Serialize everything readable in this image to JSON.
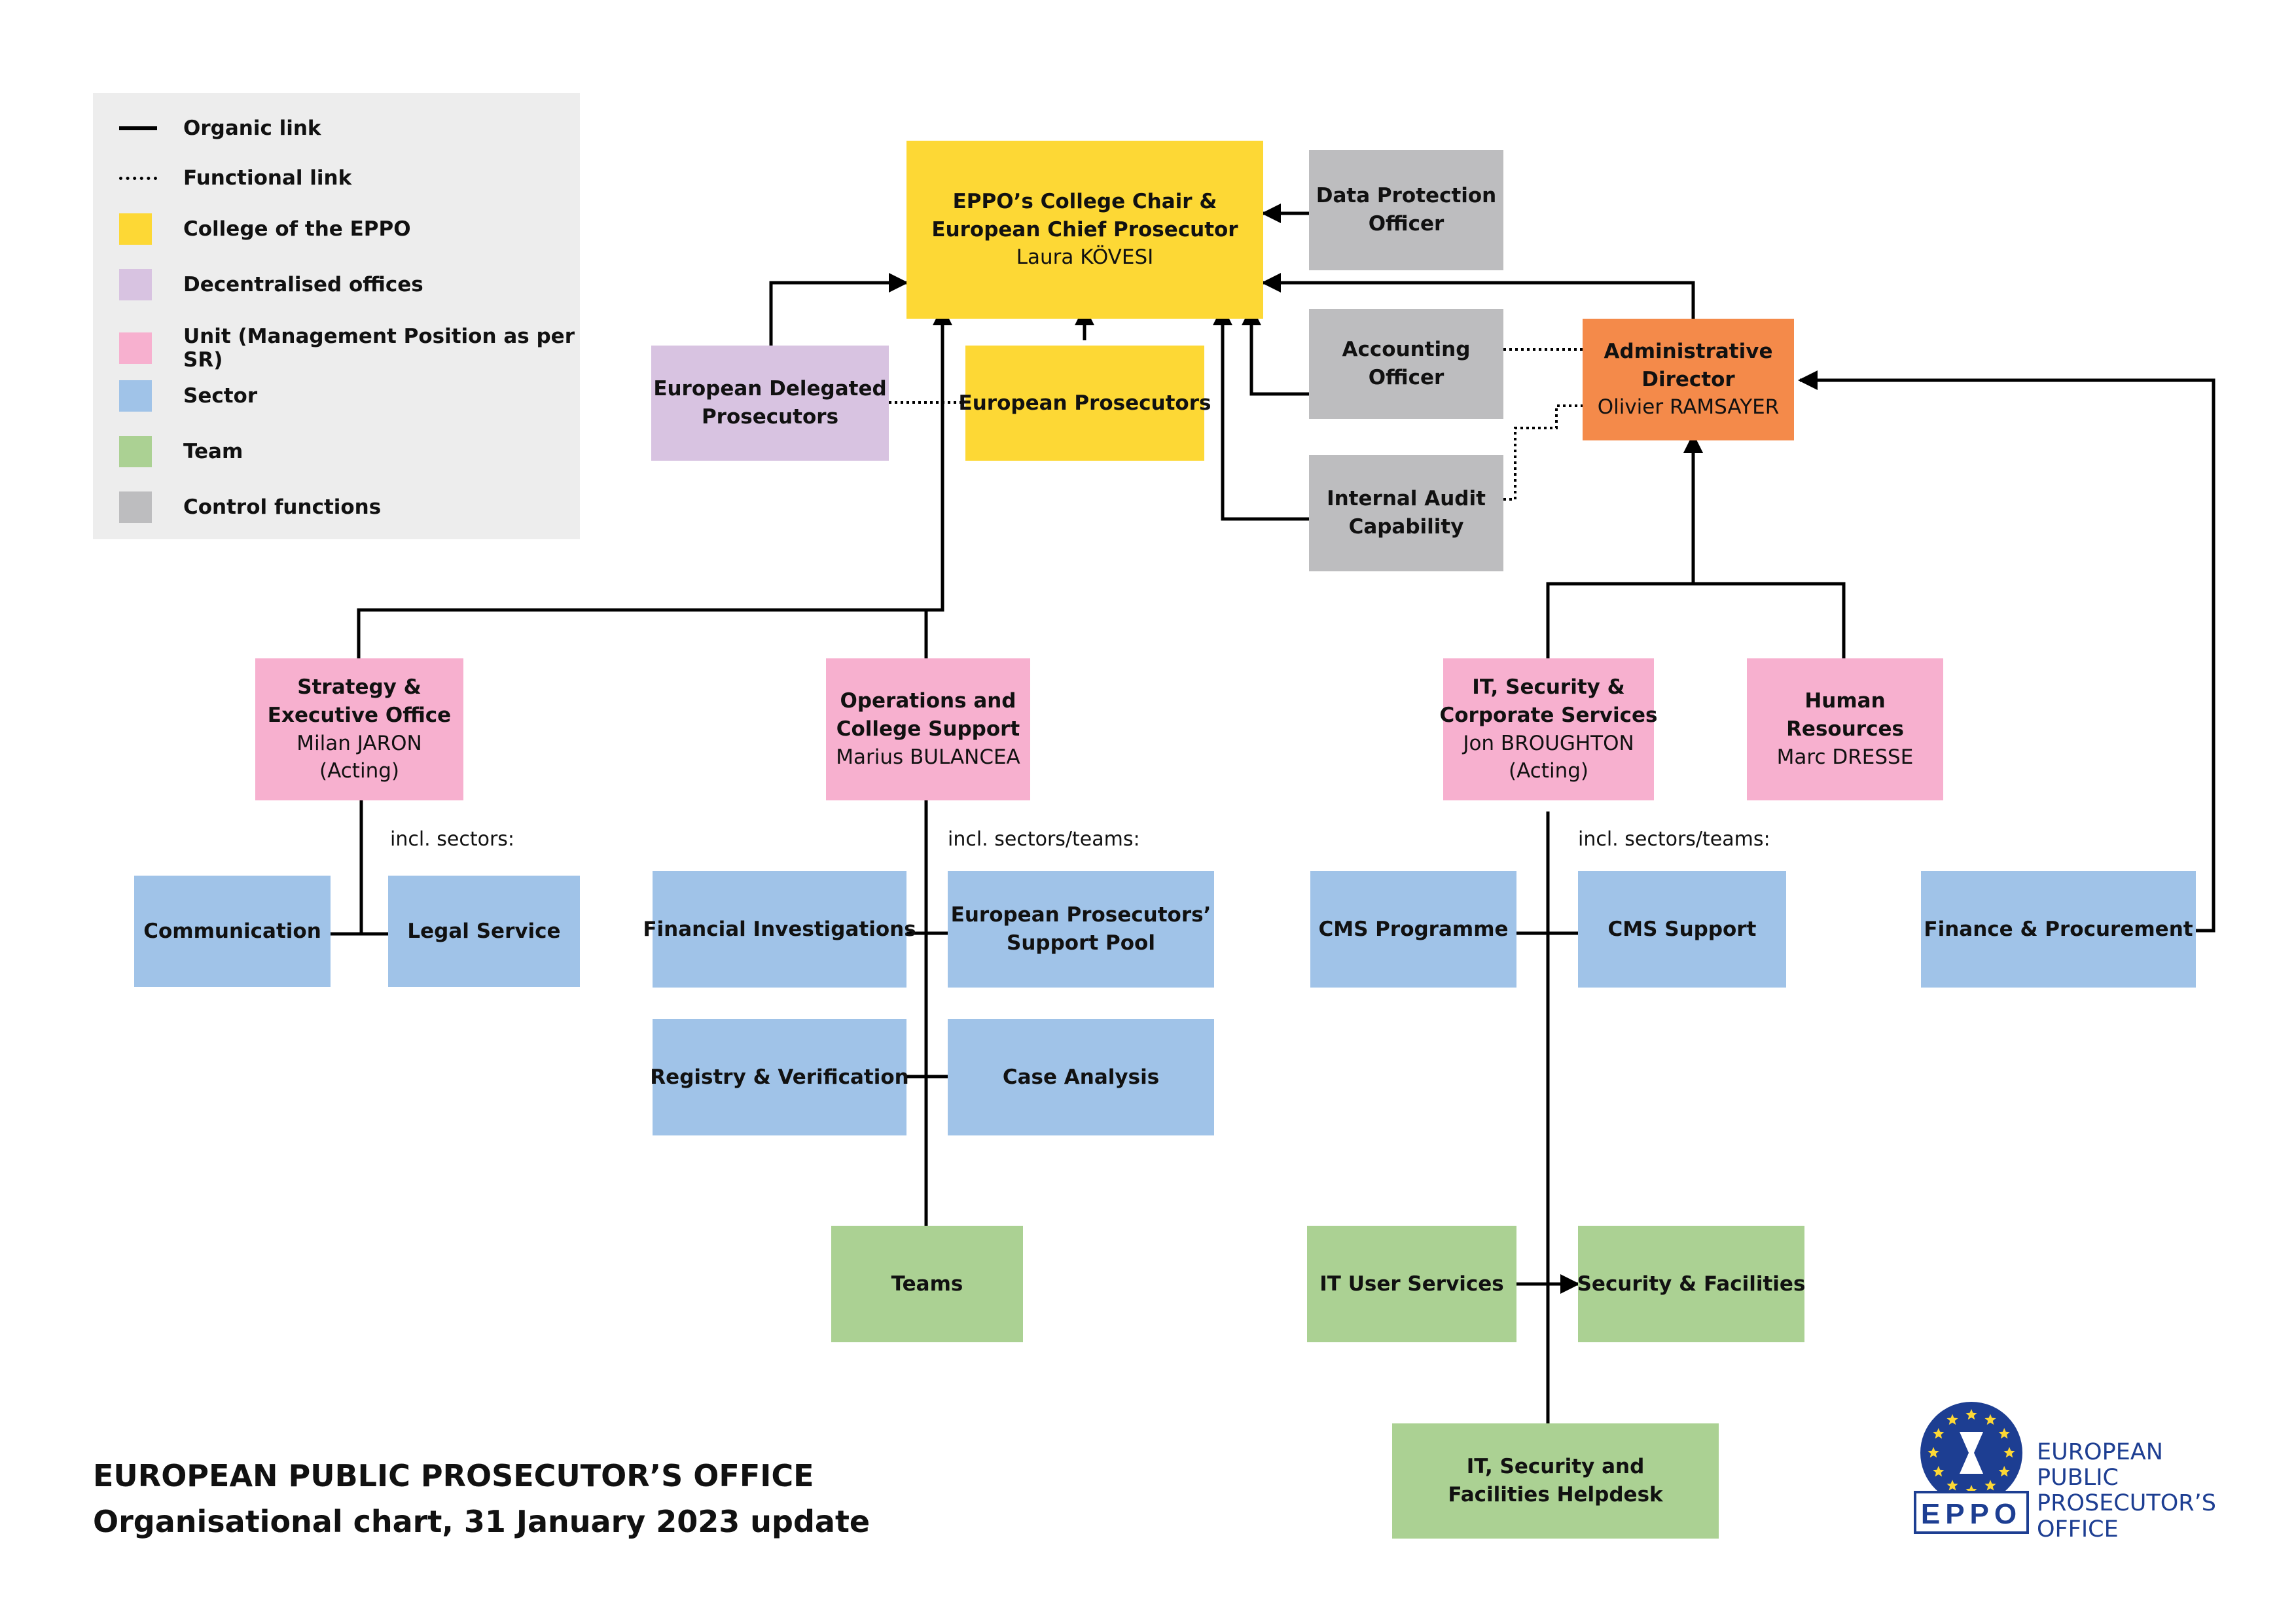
{
  "legend": {
    "items": [
      {
        "kind": "solid",
        "label": "Organic link"
      },
      {
        "kind": "dotted",
        "label": "Functional link"
      },
      {
        "kind": "swatch",
        "color": "#fdd835",
        "label": "College of the EPPO"
      },
      {
        "kind": "swatch",
        "color": "#d8c3e1",
        "label": "Decentralised offices"
      },
      {
        "kind": "swatch",
        "color": "#f7b0cf",
        "label": "Unit (Management Position as per SR)"
      },
      {
        "kind": "swatch",
        "color": "#a0c3e8",
        "label": "Sector"
      },
      {
        "kind": "swatch",
        "color": "#abd193",
        "label": "Team"
      },
      {
        "kind": "swatch",
        "color": "#bdbdbf",
        "label": "Control functions"
      }
    ]
  },
  "nodes": {
    "chief": {
      "lines": [
        "EPPO’s College Chair &",
        "European Chief Prosecutor",
        "Laura KÖVESI"
      ]
    },
    "dpo": {
      "lines": [
        "Data Protection",
        "Officer"
      ]
    },
    "accounting": {
      "lines": [
        "Accounting",
        "Officer"
      ]
    },
    "audit": {
      "lines": [
        "Internal Audit",
        "Capability"
      ]
    },
    "admin_director": {
      "lines": [
        "Administrative",
        "Director",
        "Olivier RAMSAYER"
      ]
    },
    "edp": {
      "lines": [
        "European Delegated",
        "Prosecutors"
      ]
    },
    "ep": {
      "lines": [
        "European Prosecutors"
      ]
    },
    "strategy": {
      "lines": [
        "Strategy &",
        "Executive Office",
        "Milan JARON",
        "(Acting)"
      ]
    },
    "operations": {
      "lines": [
        "Operations and",
        "College Support",
        "Marius BULANCEA"
      ]
    },
    "it_security": {
      "lines": [
        "IT, Security &",
        "Corporate Services",
        "Jon BROUGHTON",
        "(Acting)"
      ]
    },
    "hr": {
      "lines": [
        "Human",
        "Resources",
        "Marc DRESSE"
      ]
    },
    "communication": {
      "lines": [
        "Communication"
      ]
    },
    "legal": {
      "lines": [
        "Legal Service"
      ]
    },
    "fin_inv": {
      "lines": [
        "Financial Investigations"
      ]
    },
    "ep_pool": {
      "lines": [
        "European Prosecutors’",
        "Support Pool"
      ]
    },
    "registry": {
      "lines": [
        "Registry & Verification"
      ]
    },
    "case_analysis": {
      "lines": [
        "Case Analysis"
      ]
    },
    "teams": {
      "lines": [
        "Teams"
      ]
    },
    "cms_prog": {
      "lines": [
        "CMS Programme"
      ]
    },
    "cms_support": {
      "lines": [
        "CMS Support"
      ]
    },
    "finance": {
      "lines": [
        "Finance & Procurement"
      ]
    },
    "it_user": {
      "lines": [
        "IT User Services"
      ]
    },
    "sec_fac": {
      "lines": [
        "Security & Facilities"
      ]
    },
    "helpdesk": {
      "lines": [
        "IT, Security and",
        "Facilities Helpdesk"
      ]
    }
  },
  "notes": {
    "incl_sectors": "incl. sectors:",
    "incl_ops": "incl. sectors/teams:",
    "incl_it": "incl. sectors/teams:"
  },
  "title": {
    "main": "EUROPEAN PUBLIC PROSECUTOR’S OFFICE",
    "sub": "Organisational chart, 31 January 2023 update"
  },
  "logo": {
    "acronym": "EPPO",
    "text_lines": [
      "EUROPEAN",
      "PUBLIC",
      "PROSECUTOR’S",
      "OFFICE"
    ],
    "brand_color": "#1d3e92",
    "star_color": "#fdd835"
  }
}
